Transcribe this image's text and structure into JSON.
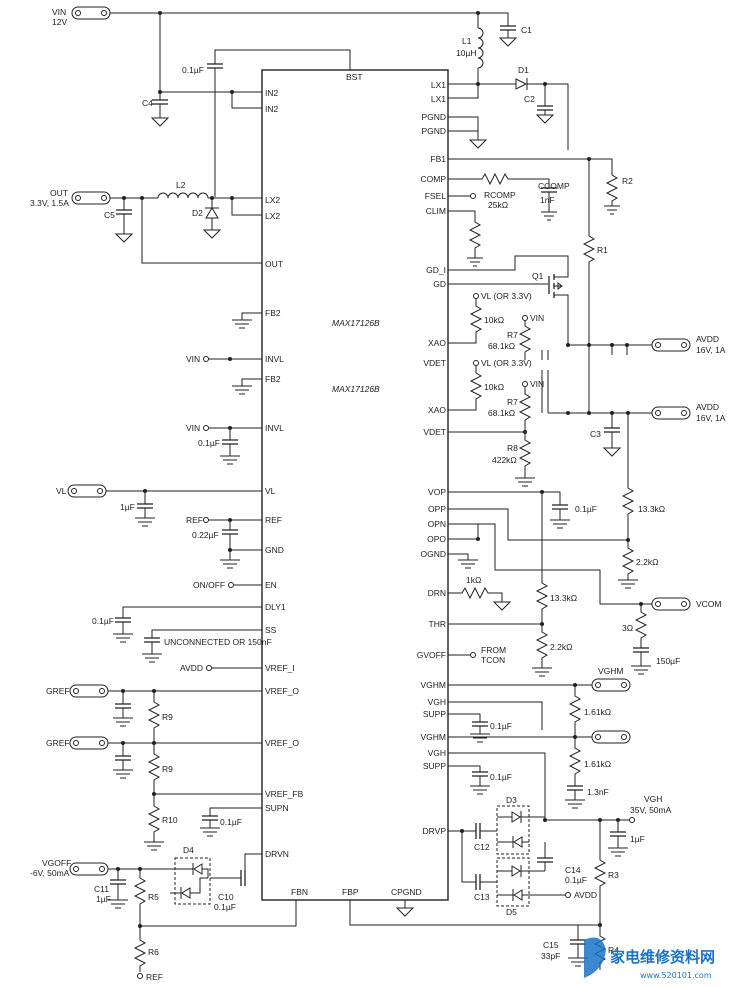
{
  "ic": {
    "names": [
      "MAX17126B",
      "MAX17126B"
    ],
    "left_pins": [
      "BST",
      "IN2",
      "IN2",
      "LX2",
      "LX2",
      "OUT",
      "FB2",
      "INVL",
      "FB2",
      "INVL",
      "VL",
      "REF",
      "GND",
      "EN",
      "DLY1",
      "SS",
      "VREF_I",
      "VREF_O",
      "VREF_O",
      "VREF_FB",
      "SUPN",
      "DRVN",
      "FBN",
      "FBP",
      "CPGND"
    ],
    "right_pins": [
      "LX1",
      "LX1",
      "PGND",
      "PGND",
      "FB1",
      "COMP",
      "FSEL",
      "CLIM",
      "GD_I",
      "GD",
      "XAO",
      "VDET",
      "XAO",
      "VDET",
      "VOP",
      "OPP",
      "OPN",
      "OPO",
      "OGND",
      "DRN",
      "THR",
      "GVOFF",
      "VGHM",
      "VGH",
      "SUPP",
      "VGHM",
      "VGH",
      "SUPP",
      "DRVP"
    ]
  },
  "terminals": {
    "vin": "VIN",
    "vin_value": "12V",
    "out": "OUT",
    "out_value": "3.3V, 1.5A",
    "vl": "VL",
    "gref1": "GREF",
    "gref2": "GREF",
    "vgoff": "VGOFF",
    "vgoff_value": "-6V, 50mA",
    "avdd1": "AVDD",
    "avdd1_value": "16V, 1A",
    "avdd2": "AVDD",
    "avdd2_value": "16V, 1A",
    "vcom": "VCOM",
    "vghm": "VGHM",
    "vgh": "VGH",
    "vgh_value": "35V, 50mA"
  },
  "supply_labels": {
    "vin_invl_a": "VIN",
    "vin_invl_b": "VIN",
    "ref_pin": "REF",
    "on_off": "ON/OFF",
    "unconnected": "UNCONNECTED OR 150nF",
    "avdd_vref": "AVDD",
    "vl_33_a": "VL (OR 3.3V)",
    "vl_33_b": "VL (OR 3.3V)",
    "vin_r7a": "VIN",
    "vin_r7b": "VIN",
    "from_tcon": "FROM",
    "from_tcon2": "TCON",
    "avdd_d5": "AVDD",
    "ref_bottom": "REF"
  },
  "components": {
    "c1": "C1",
    "l1": "L1",
    "l1_val": "10µH",
    "d1": "D1",
    "c2": "C2",
    "c_bst": "0.1µF",
    "c4": "C4",
    "l2": "L2",
    "d2": "D2",
    "c5": "C5",
    "r2": "R2",
    "r1": "R1",
    "rcomp": "RCOMP",
    "rcomp_val": "25kΩ",
    "ccomp": "CCOMP",
    "ccomp_val": "1nF",
    "q1": "Q1",
    "r_10k_a": "10kΩ",
    "r7a": "R7",
    "r7a_val": "68.1kΩ",
    "r_10k_b": "10kΩ",
    "r7b": "R7",
    "r7b_val": "68.1kΩ",
    "r8": "R8",
    "r8_val": "422kΩ",
    "c3": "C3",
    "c_invl": "0.1µF",
    "c_vl": "1µF",
    "c_ref": "0.22µF",
    "c_vop": "0.1µF",
    "r_13k3_a": "13.3kΩ",
    "r_2k2_a": "2.2kΩ",
    "r_drn": "1kΩ",
    "r_13k3_b": "13.3kΩ",
    "r_2k2_b": "2.2kΩ",
    "r_3ohm": "3Ω",
    "c_vcom": "150µF",
    "c_dly1": "0.1µF",
    "r9a": "R9",
    "r9b": "R9",
    "r10": "R10",
    "c_supn": "0.1µF",
    "r_161a": "1.61kΩ",
    "r_161b": "1.61kΩ",
    "c_13n": "1.3nF",
    "c_supp_a": "0.1µF",
    "c_supp_b": "0.1µF",
    "d3": "D3",
    "c12": "C12",
    "c13": "C13",
    "d5": "D5",
    "c14": "C14",
    "c14_val": "0.1µF",
    "c_vgh": "1µF",
    "r3": "R3",
    "d4": "D4",
    "c10": "C10",
    "c10_val": "0.1µF",
    "c11": "C11",
    "c11_val": "1µF",
    "r5": "R5",
    "r6": "R6",
    "c15": "C15",
    "c15_val": "33pF",
    "r4": "R4"
  },
  "watermark": {
    "text": "家电维修资料网",
    "url": "www.520101.com"
  }
}
